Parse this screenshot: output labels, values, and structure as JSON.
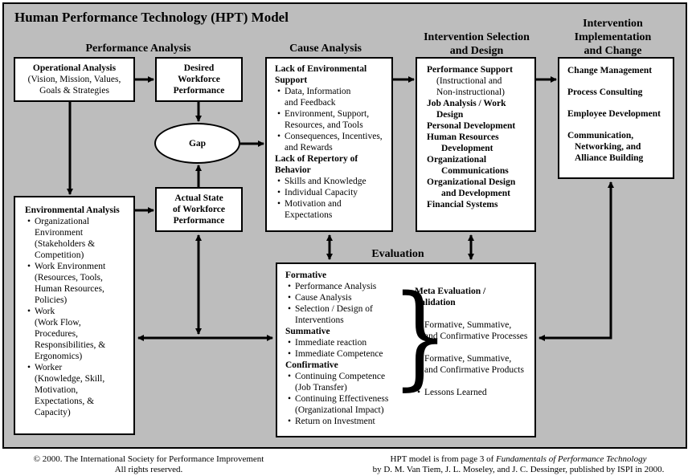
{
  "title": "Human Performance Technology (HPT) Model",
  "headers": {
    "performance_analysis": "Performance Analysis",
    "cause_analysis": "Cause Analysis",
    "intervention_selection_1": "Intervention Selection",
    "intervention_selection_2": "and Design",
    "intervention_impl_1": "Intervention",
    "intervention_impl_2": "Implementation",
    "intervention_impl_3": "and Change",
    "evaluation": "Evaluation"
  },
  "operational": {
    "title": "Operational Analysis",
    "line1": "(Vision, Mission, Values,",
    "line2": "Goals & Strategies"
  },
  "desired": {
    "line1": "Desired",
    "line2": "Workforce",
    "line3": "Performance"
  },
  "gap": "Gap",
  "actual": {
    "line1": "Actual State",
    "line2": "of Workforce",
    "line3": "Performance"
  },
  "environmental": {
    "title": "Environmental Analysis",
    "items": [
      {
        "head": "Organizational",
        "lines": [
          "Environment",
          "(Stakeholders &",
          "Competition)"
        ]
      },
      {
        "head": "Work Environment",
        "lines": [
          "(Resources, Tools,",
          "Human Resources,",
          "Policies)"
        ]
      },
      {
        "head": "Work",
        "lines": [
          "(Work Flow,",
          "Procedures,",
          "Responsibilities, &",
          "Ergonomics)"
        ]
      },
      {
        "head": "Worker",
        "lines": [
          "(Knowledge, Skill,",
          "Motivation,",
          "Expectations, &",
          "Capacity)"
        ]
      }
    ]
  },
  "cause": {
    "env_title_1": "Lack of Environmental",
    "env_title_2": "Support",
    "env_items": [
      [
        "Data, Information",
        "and Feedback"
      ],
      [
        "Environment, Support,",
        "Resources, and Tools"
      ],
      [
        "Consequences, Incentives,",
        "and Rewards"
      ]
    ],
    "rep_title_1": "Lack of Repertory of",
    "rep_title_2": "Behavior",
    "rep_items": [
      [
        "Skills and Knowledge"
      ],
      [
        "Individual Capacity"
      ],
      [
        "Motivation and",
        "Expectations"
      ]
    ]
  },
  "selection": {
    "ps_title": "Performance Support",
    "ps_line1": "(Instructional and",
    "ps_line2": "Non-instructional)",
    "ja_1": "Job Analysis / Work",
    "ja_2": "Design",
    "pd": "Personal Development",
    "hr_1": "Human Resources",
    "hr_2": "Development",
    "oc_1": "Organizational",
    "oc_2": "Communications",
    "od_1": "Organizational Design",
    "od_2": "and Development",
    "fs": "Financial Systems"
  },
  "implementation": {
    "items": [
      "Change Management",
      "Process Consulting",
      "Employee Development"
    ],
    "comm_1": "Communication,",
    "comm_2": "Networking, and",
    "comm_3": "Alliance Building"
  },
  "evaluation": {
    "formative": "Formative",
    "formative_items": [
      [
        "Performance Analysis"
      ],
      [
        "Cause Analysis"
      ],
      [
        "Selection / Design of",
        "Interventions"
      ]
    ],
    "summative": "Summative",
    "summative_items": [
      [
        "Immediate reaction"
      ],
      [
        "Immediate Competence"
      ]
    ],
    "confirmative": "Confirmative",
    "confirmative_items": [
      [
        "Continuing Competence",
        "(Job Transfer)"
      ],
      [
        "Continuing Effectiveness",
        "(Organizational Impact)"
      ],
      [
        "Return on Investment"
      ]
    ],
    "meta_1": "Meta Evaluation /",
    "meta_2": "Validation",
    "meta_items": [
      [
        "Formative, Summative,",
        "and Confirmative Processes"
      ],
      [
        "Formative, Summative,",
        "and Confirmative Products"
      ],
      [
        "Lessons Learned"
      ]
    ],
    "brace": "}"
  },
  "footer": {
    "left_1": "© 2000. The International Society for Performance Improvement",
    "left_2": "All rights reserved.",
    "right_1_prefix": "HPT model is from page 3 of ",
    "right_1_book": "Fundamentals of Performance Technology",
    "right_2": "by D. M. Van Tiem, J. L. Moseley, and J. C. Dessinger, published by ISPI in 2000."
  }
}
